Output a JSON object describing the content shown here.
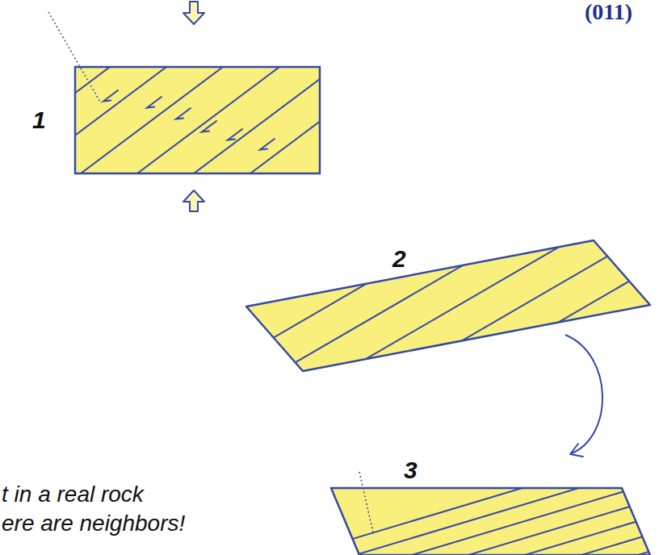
{
  "diagram": {
    "labels": [
      "(011)",
      "1",
      "2",
      "t in a real rock",
      "ere are neighbors!",
      "3"
    ]
  }
}
